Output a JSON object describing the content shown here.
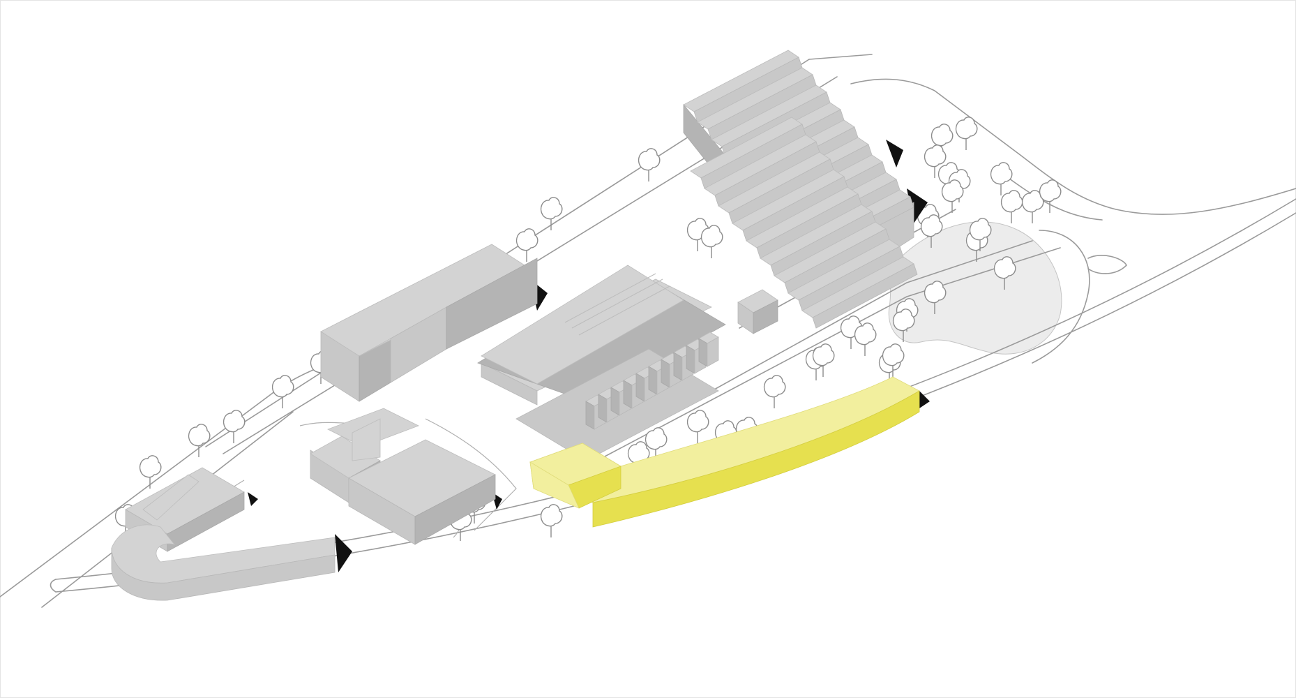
{
  "diagram": {
    "kind": "axonometric-site-plan",
    "colors": {
      "background": "#ffffff",
      "road_line": "#9a9a9a",
      "building_roof": "#d3d3d3",
      "building_wall": "#c8c8c8",
      "building_dark": "#b4b4b4",
      "highlight_roof": "#f2ef9e",
      "highlight_wall": "#e6e04f",
      "shadow": "#111111",
      "open_area": "#ececec"
    },
    "buildings": [
      {
        "id": "sheds",
        "label": ""
      },
      {
        "id": "longhall",
        "label": ""
      },
      {
        "id": "market",
        "label": ""
      },
      {
        "id": "smallbox",
        "label": ""
      },
      {
        "id": "block",
        "label": ""
      },
      {
        "id": "chalet",
        "label": ""
      },
      {
        "id": "curvedwing",
        "label": ""
      },
      {
        "id": "newbuilding",
        "label": "",
        "highlighted": true
      }
    ]
  }
}
